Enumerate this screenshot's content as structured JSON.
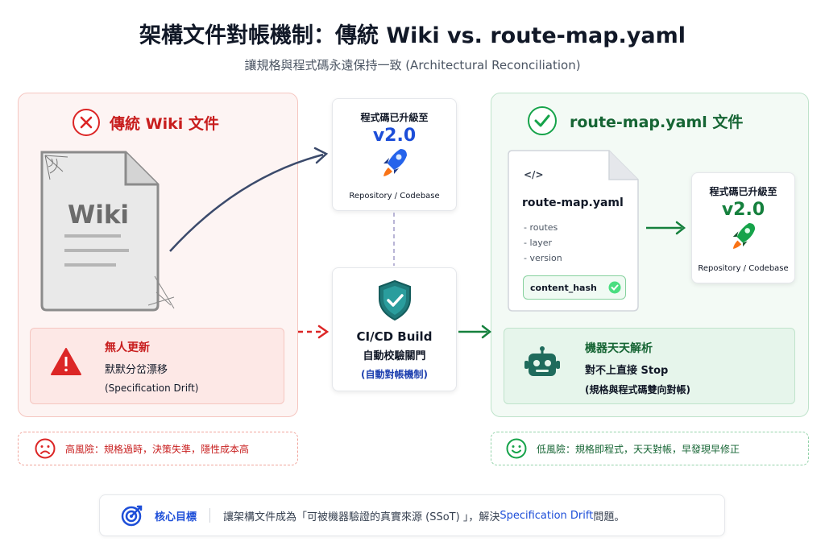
{
  "title": "架構文件對帳機制：傳統 Wiki vs. route-map.yaml",
  "subtitle": "讓規格與程式碼永遠保持一致 (Architectural Reconciliation)",
  "left": {
    "heading": "傳統 Wiki 文件",
    "doc_label": "Wiki",
    "warning_title": "無人更新",
    "warning_line1": "默默分岔漂移",
    "warning_line2": "(Specification Drift)",
    "risk": "高風險：規格過時，決策失準，隱性成本高"
  },
  "center": {
    "top_card": {
      "line1": "程式碼已升級至",
      "version": "v2.0",
      "repo": "Repository / Codebase"
    },
    "ci_card": {
      "line1": "CI/CD Build",
      "line2": "自動校驗關門",
      "line3": "(自動對帳機制)"
    }
  },
  "right": {
    "heading": "route-map.yaml 文件",
    "yaml": {
      "code_icon": "</>",
      "filename": "route-map.yaml",
      "items": [
        "- routes",
        "- layer",
        "- version"
      ],
      "hash": "content_hash"
    },
    "card": {
      "line1": "程式碼已升級至",
      "version": "v2.0",
      "repo": "Repository / Codebase"
    },
    "bot_title": "機器天天解析",
    "bot_line1": "對不上直接 Stop",
    "bot_line2": "(規格與程式碼雙向對帳)",
    "risk": "低風險：規格即程式，天天對帳，早發現早修正"
  },
  "goal": {
    "label": "核心目標",
    "text": "讓架構文件成為「可被機器驗證的真實來源 (SSoT) 」，解決 ",
    "emphasis": "Specification Drift",
    "tail": " 問題。"
  },
  "colors": {
    "danger": "#c81e1e",
    "success": "#166534",
    "accent": "#1d4ed8"
  }
}
